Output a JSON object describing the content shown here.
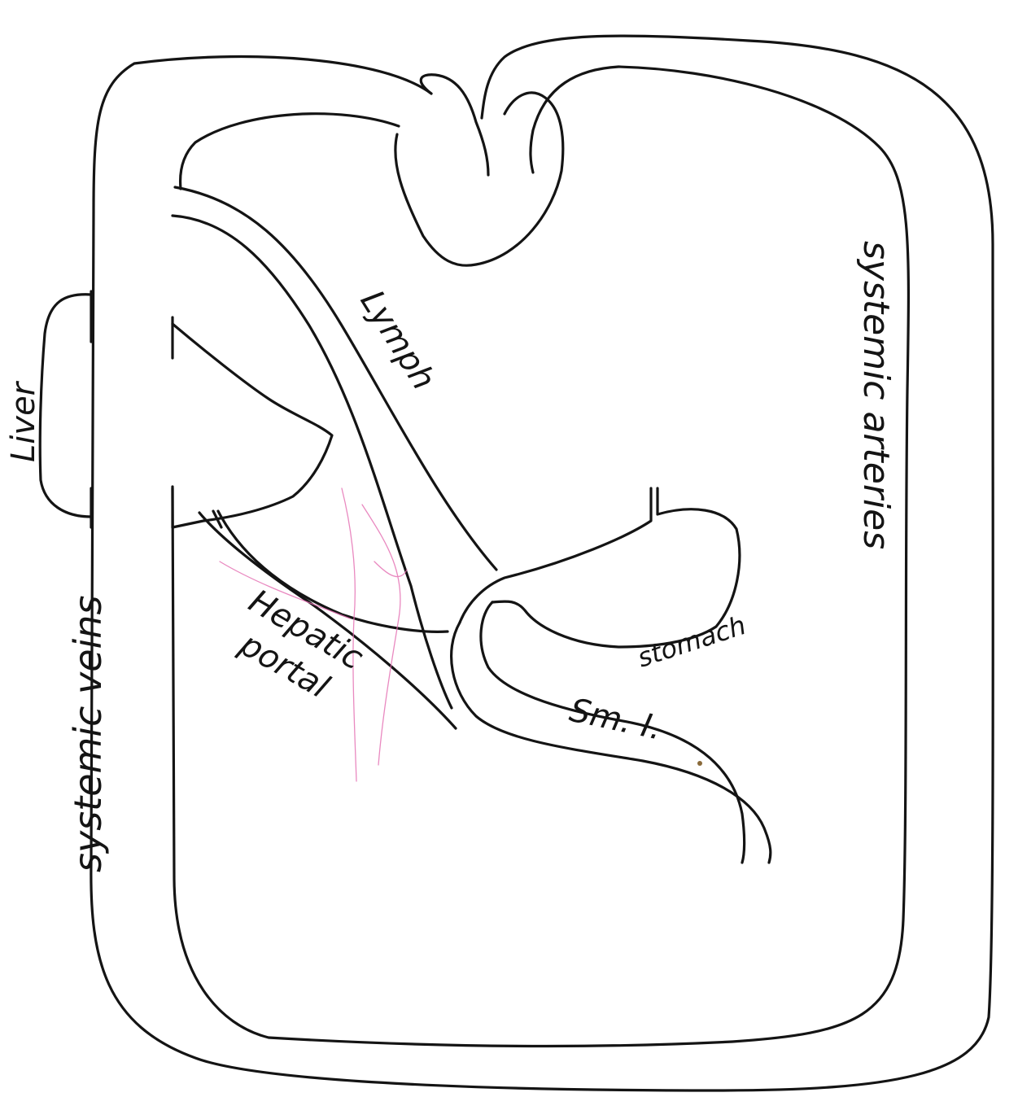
{
  "labels": {
    "lymph": "Lymph",
    "systemic_arteries": "systemic arteries",
    "liver": "Liver",
    "systemic_veins": "systemic veins",
    "hepatic": "Hepatic",
    "portal": "portal",
    "stomach": "stomach",
    "small_intestine": "Sm. I."
  },
  "colors": {
    "ink": "#141414",
    "annotation": "#e46bb0",
    "paper": "#ffffff"
  }
}
